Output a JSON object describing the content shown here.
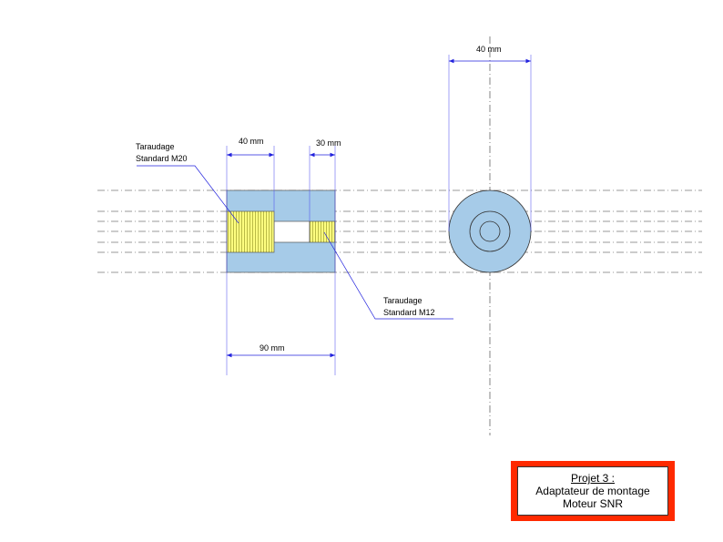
{
  "dimensions": {
    "bore_m20": "40 mm",
    "bore_m12": "30 mm",
    "total_length": "90 mm",
    "diameter": "40 mm"
  },
  "labels": {
    "m20_line1": "Taraudage",
    "m20_line2": "Standard M20",
    "m12_line1": "Taraudage",
    "m12_line2": "Standard M12"
  },
  "title_block": {
    "line1": "Projet 3 :",
    "line2": "Adaptateur de montage",
    "line3": "Moteur SNR"
  },
  "colors": {
    "body_fill": "#a6cbe8",
    "thread_fill": "#ffff80",
    "dimension_line": "#2222dd",
    "frame_red": "#ff2a00"
  }
}
